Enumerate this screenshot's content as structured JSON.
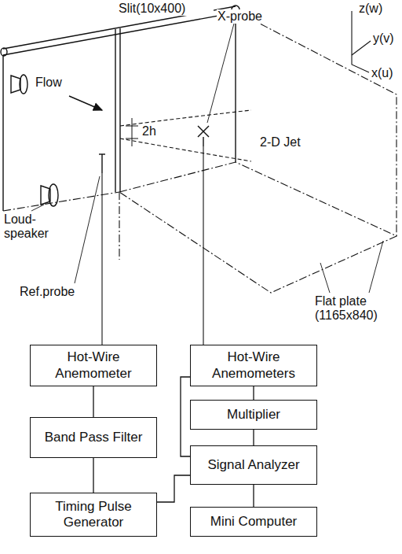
{
  "diagram": {
    "nodes": [
      {
        "text": [
          "Hot-Wire Anemometer"
        ]
      },
      {
        "text": [
          "Hot-Wire Anemometers"
        ]
      },
      {
        "text": [
          "Band Pass Filter"
        ]
      },
      {
        "text": [
          "Multiplier"
        ]
      },
      {
        "text": [
          "Signal Analyzer"
        ]
      },
      {
        "text": [
          "Timing Pulse Generator"
        ]
      },
      {
        "text": [
          "Mini Computer"
        ]
      }
    ],
    "edges": [
      {
        "from": 0,
        "to": 2,
        "arrow": "none"
      },
      {
        "from": 2,
        "to": 5,
        "arrow": "none"
      },
      {
        "from": 1,
        "to": 3,
        "arrow": "none"
      },
      {
        "from": 3,
        "to": 4,
        "arrow": "none"
      },
      {
        "from": 1,
        "to": 4,
        "arrow": "none"
      },
      {
        "from": 5,
        "to": 4,
        "arrow": "none"
      },
      {
        "from": 4,
        "to": 6,
        "arrow": "none"
      }
    ],
    "labels": [
      "Slit(10x400)",
      "X-probe",
      "z(w)",
      "y(v)",
      "x(u)",
      "Flow",
      "2h",
      "2-D Jet",
      "Loud- speaker",
      "Ref.probe",
      "Flat plate (1165x840)"
    ]
  }
}
